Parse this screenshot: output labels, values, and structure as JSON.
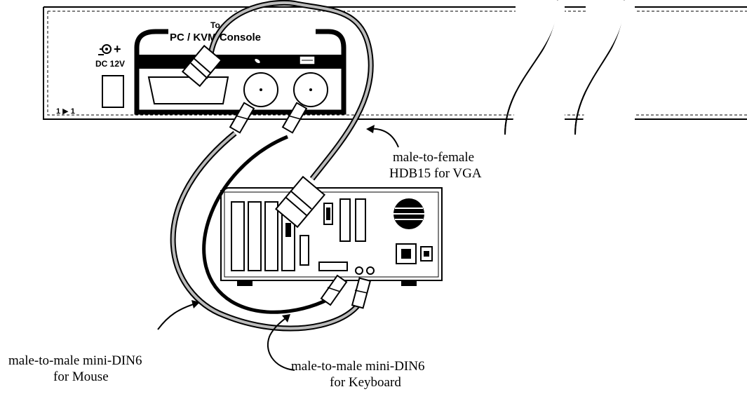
{
  "panel": {
    "to_label": "To",
    "console_label": "PC / KVM Console",
    "power_label": "DC 12V",
    "power_polarity": "+",
    "unit_label": "1 ▶ 1"
  },
  "callouts": {
    "vga_line1": "male-to-female",
    "vga_line2": "HDB15 for VGA",
    "mouse_line1": "male-to-male mini-DIN6",
    "mouse_line2": "for Mouse",
    "keyboard_line1": "male-to-male mini-DIN6",
    "keyboard_line2": "for Keyboard"
  }
}
